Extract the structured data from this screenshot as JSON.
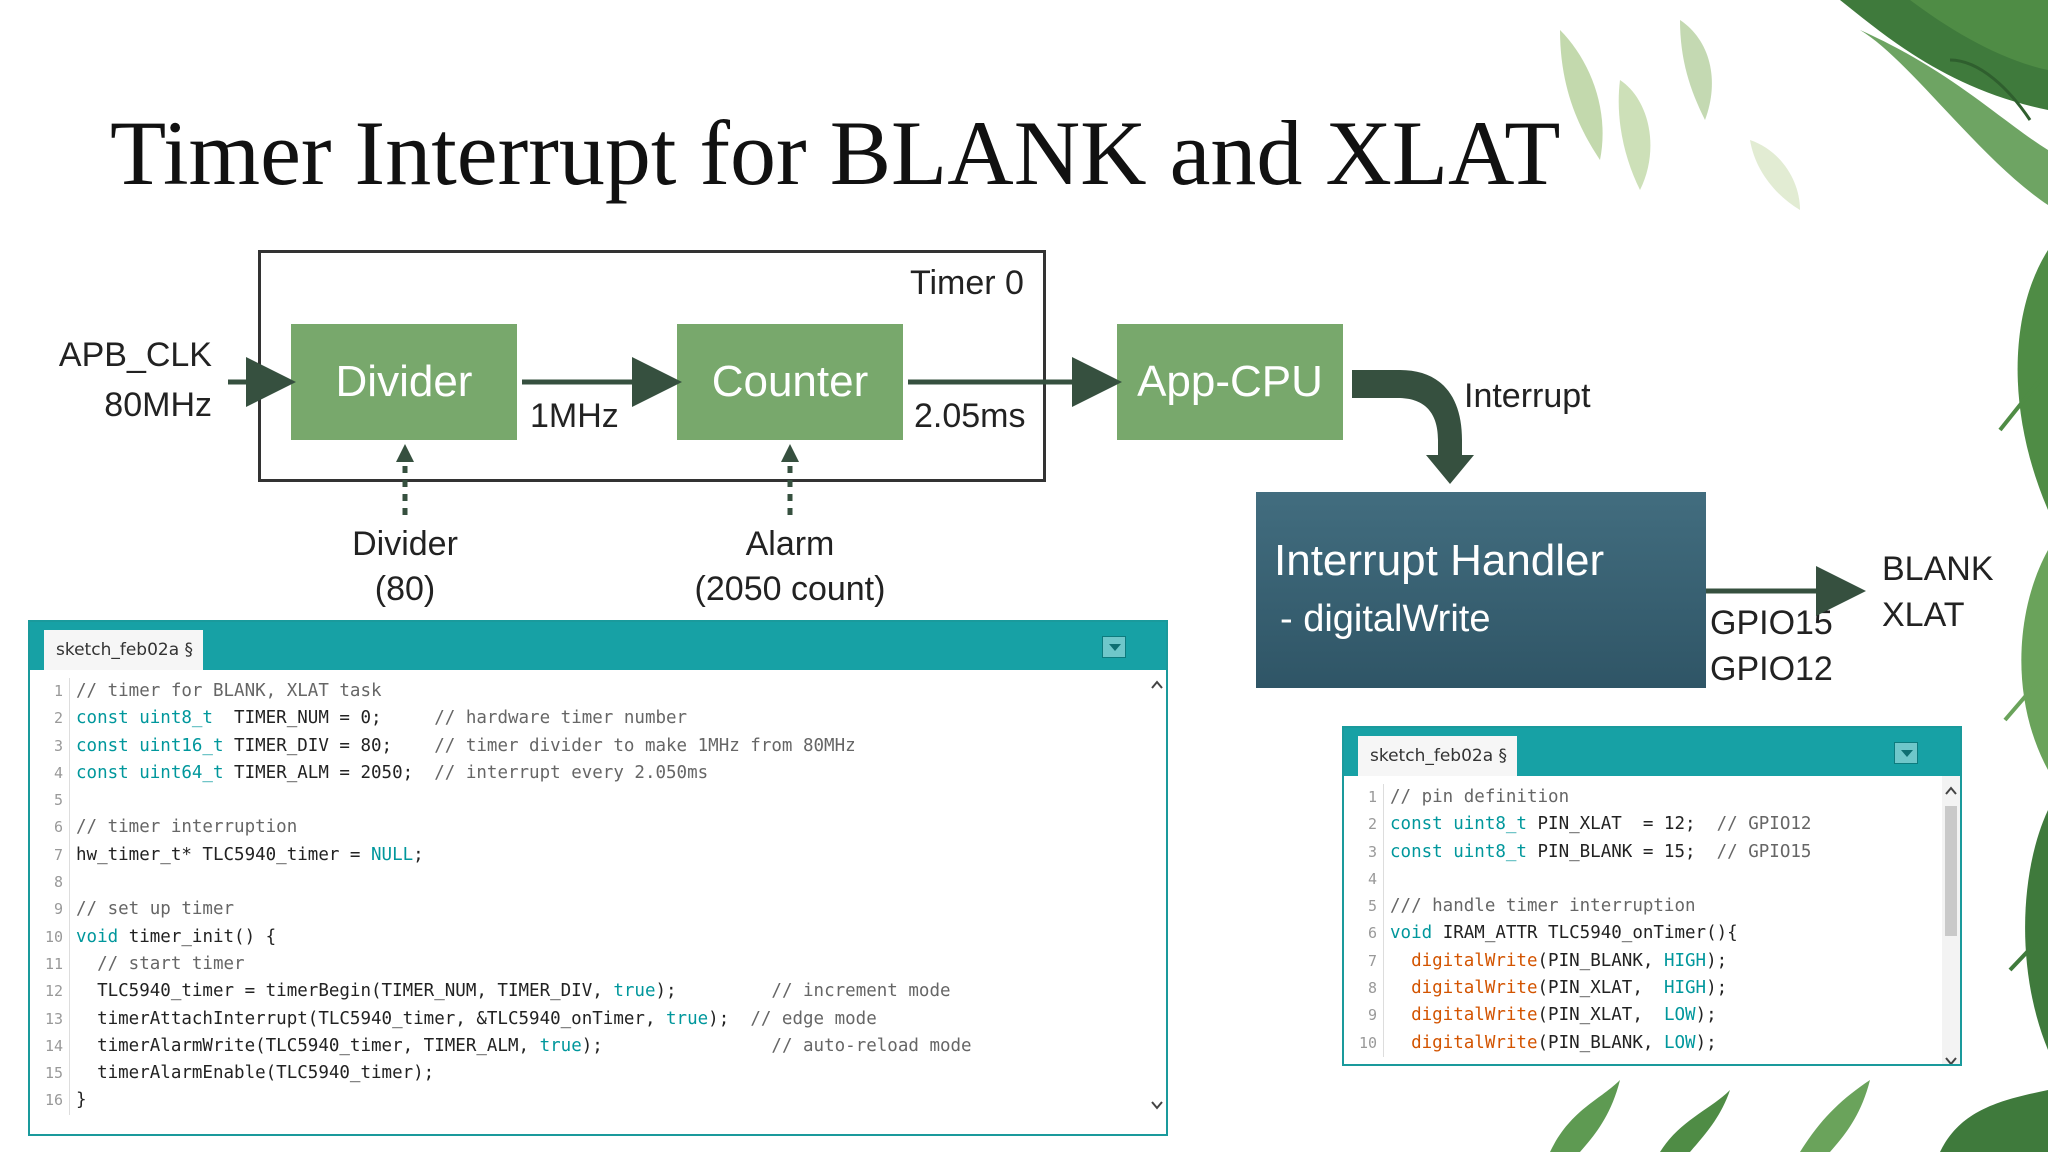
{
  "slide": {
    "title": "Timer Interrupt for BLANK and XLAT"
  },
  "diagram": {
    "timer_label": "Timer 0",
    "apb_clk": [
      "APB_CLK",
      "80MHz"
    ],
    "divider_box": "Divider",
    "counter_box": "Counter",
    "appcpu_box": "App-CPU",
    "freq_label": "1MHz",
    "period_label": "2.05ms",
    "interrupt_label": "Interrupt",
    "divider_param": [
      "Divider",
      "(80)"
    ],
    "alarm_param": [
      "Alarm",
      "(2050 count)"
    ],
    "handler_title": "Interrupt Handler",
    "handler_sub": "- digitalWrite",
    "gpio_labels": [
      "GPIO15",
      "GPIO12"
    ],
    "output_labels": [
      "BLANK",
      "XLAT"
    ]
  },
  "code_left": {
    "tab": "sketch_feb02a §",
    "lines": [
      {
        "n": "1",
        "segs": [
          [
            "cmt",
            "// timer for BLANK, XLAT task"
          ]
        ]
      },
      {
        "n": "2",
        "segs": [
          [
            "kw",
            "const uint8_t"
          ],
          [
            "",
            "  TIMER_NUM = 0;     "
          ],
          [
            "cmt",
            "// hardware timer number"
          ]
        ]
      },
      {
        "n": "3",
        "segs": [
          [
            "kw",
            "const uint16_t"
          ],
          [
            "",
            " TIMER_DIV = 80;    "
          ],
          [
            "cmt",
            "// timer divider to make 1MHz from 80MHz"
          ]
        ]
      },
      {
        "n": "4",
        "segs": [
          [
            "kw",
            "const uint64_t"
          ],
          [
            "",
            " TIMER_ALM = 2050;  "
          ],
          [
            "cmt",
            "// interrupt every 2.050ms"
          ]
        ]
      },
      {
        "n": "5",
        "segs": []
      },
      {
        "n": "6",
        "segs": [
          [
            "cmt",
            "// timer interruption"
          ]
        ]
      },
      {
        "n": "7",
        "segs": [
          [
            "",
            "hw_timer_t* TLC5940_timer = "
          ],
          [
            "lit",
            "NULL"
          ],
          [
            "",
            ";"
          ]
        ]
      },
      {
        "n": "8",
        "segs": []
      },
      {
        "n": "9",
        "segs": [
          [
            "cmt",
            "// set up timer"
          ]
        ]
      },
      {
        "n": "10",
        "segs": [
          [
            "kw",
            "void"
          ],
          [
            "",
            " timer_init() {"
          ]
        ]
      },
      {
        "n": "11",
        "segs": [
          [
            "cmt",
            "  // start timer"
          ]
        ]
      },
      {
        "n": "12",
        "segs": [
          [
            "",
            "  TLC5940_timer = timerBegin(TIMER_NUM, TIMER_DIV, "
          ],
          [
            "lit",
            "true"
          ],
          [
            "",
            ");         "
          ],
          [
            "cmt",
            "// increment mode"
          ]
        ]
      },
      {
        "n": "13",
        "segs": [
          [
            "",
            "  timerAttachInterrupt(TLC5940_timer, &TLC5940_onTimer, "
          ],
          [
            "lit",
            "true"
          ],
          [
            "",
            ");  "
          ],
          [
            "cmt",
            "// edge mode"
          ]
        ]
      },
      {
        "n": "14",
        "segs": [
          [
            "",
            "  timerAlarmWrite(TLC5940_timer, TIMER_ALM, "
          ],
          [
            "lit",
            "true"
          ],
          [
            "",
            ");                "
          ],
          [
            "cmt",
            "// auto-reload mode"
          ]
        ]
      },
      {
        "n": "15",
        "segs": [
          [
            "",
            "  timerAlarmEnable(TLC5940_timer);"
          ]
        ]
      },
      {
        "n": "16",
        "segs": [
          [
            "",
            "}"
          ]
        ]
      }
    ]
  },
  "code_right": {
    "tab": "sketch_feb02a §",
    "lines": [
      {
        "n": "1",
        "segs": [
          [
            "cmt",
            "// pin definition"
          ]
        ]
      },
      {
        "n": "2",
        "segs": [
          [
            "kw",
            "const uint8_t"
          ],
          [
            "",
            " PIN_XLAT  = 12;  "
          ],
          [
            "cmt",
            "// GPIO12"
          ]
        ]
      },
      {
        "n": "3",
        "segs": [
          [
            "kw",
            "const uint8_t"
          ],
          [
            "",
            " PIN_BLANK = 15;  "
          ],
          [
            "cmt",
            "// GPIO15"
          ]
        ]
      },
      {
        "n": "4",
        "segs": []
      },
      {
        "n": "5",
        "segs": [
          [
            "cmt",
            "/// handle timer interruption"
          ]
        ]
      },
      {
        "n": "6",
        "segs": [
          [
            "kw",
            "void"
          ],
          [
            "",
            " IRAM_ATTR TLC5940_onTimer(){"
          ]
        ]
      },
      {
        "n": "7",
        "segs": [
          [
            "",
            "  "
          ],
          [
            "fn",
            "digitalWrite"
          ],
          [
            "",
            "(PIN_BLANK, "
          ],
          [
            "lit",
            "HIGH"
          ],
          [
            "",
            ");"
          ]
        ]
      },
      {
        "n": "8",
        "segs": [
          [
            "",
            "  "
          ],
          [
            "fn",
            "digitalWrite"
          ],
          [
            "",
            "(PIN_XLAT,  "
          ],
          [
            "lit",
            "HIGH"
          ],
          [
            "",
            ");"
          ]
        ]
      },
      {
        "n": "9",
        "segs": [
          [
            "",
            "  "
          ],
          [
            "fn",
            "digitalWrite"
          ],
          [
            "",
            "(PIN_XLAT,  "
          ],
          [
            "lit",
            "LOW"
          ],
          [
            "",
            ");"
          ]
        ]
      },
      {
        "n": "10",
        "segs": [
          [
            "",
            "  "
          ],
          [
            "fn",
            "digitalWrite"
          ],
          [
            "",
            "(PIN_BLANK, "
          ],
          [
            "lit",
            "LOW"
          ],
          [
            "",
            ");"
          ]
        ]
      }
    ]
  },
  "colors": {
    "box_green": "#78a86c",
    "handler_blue": "#355d6f",
    "arrow_dark": "#36503f",
    "ide_teal": "#17a1a5"
  }
}
